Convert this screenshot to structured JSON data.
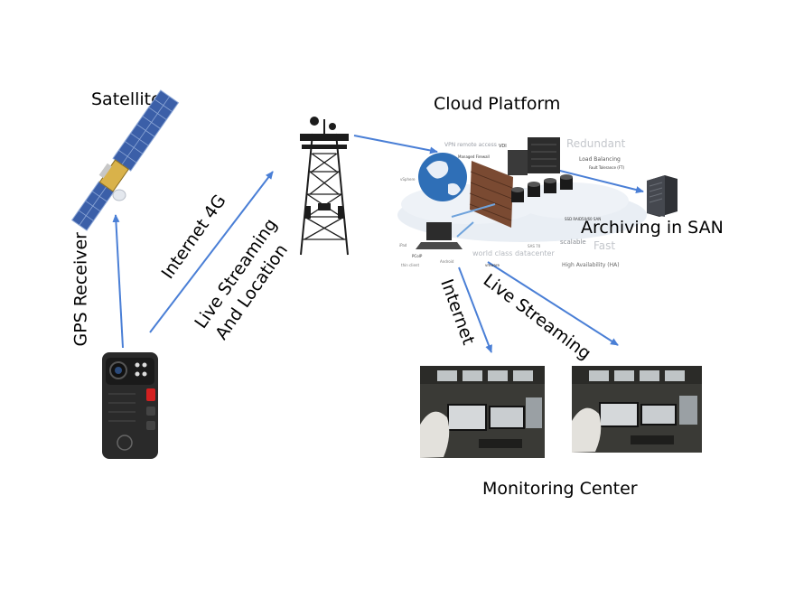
{
  "labels": {
    "satellite": "Satellite",
    "gps_receiver": "GPS  Receiver",
    "internet_4g": "Internet 4G",
    "live_streaming_location_1": "Live Streaming",
    "live_streaming_location_2": "And Location",
    "cloud_platform": "Cloud Platform",
    "archiving": "Archiving in SAN",
    "internet": "Internet",
    "live_streaming": "Live Streaming",
    "monitoring_center": "Monitoring Center"
  },
  "cloud_image_text": {
    "vpn": "VPN remote access",
    "vdi": "VDI",
    "redundant": "Redundant",
    "managed_firewall": "Managed Firewall",
    "load_balancing": "Load Balancing",
    "fault_tolerance": "Fault Tolerance (FT)",
    "vsphere": "vSphere",
    "ssd_raid": "SSD RAID50/60 SAN",
    "scalable": "scalable",
    "fast": "Fast",
    "sas70": "SAS 70",
    "world_class": "world class datacenter",
    "ipad": "iPad",
    "pcoip": "PCoIP",
    "android": "Android",
    "thin_client": "thin client",
    "vmware": "vmware",
    "high_availability": "High Availability (HA)"
  },
  "colors": {
    "arrow": "#4a7fd6",
    "tower": "#1c1c1c",
    "satellite_panel": "#3b5fa8",
    "body_camera": "#2a2a2a",
    "camera_button": "#d32020",
    "cloud_text": "#9a9ea6",
    "monitor_room": "#3a3a36"
  },
  "icons": [
    "satellite-icon",
    "cell-tower-icon",
    "body-camera-icon",
    "cloud-platform-image",
    "san-server-icon",
    "monitoring-center-photo"
  ]
}
